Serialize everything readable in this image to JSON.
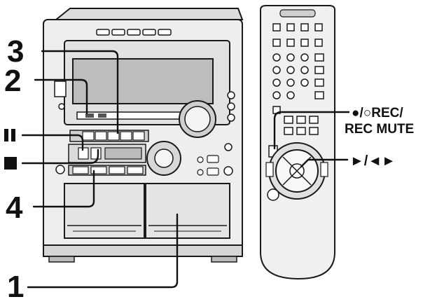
{
  "colors": {
    "ink": "#1a1a1a",
    "device_fill": "#e9e9e9",
    "panel_fill": "#d2d2d2",
    "dark_panel": "#9a9a9a",
    "paper": "#ffffff"
  },
  "icons": {
    "pause": "pause-icon",
    "stop": "stop-icon"
  },
  "callouts": {
    "label_1": "1",
    "label_2": "2",
    "label_3": "3",
    "label_4": "4",
    "rec": {
      "line1": "●/○REC/",
      "line2": "REC MUTE"
    },
    "play": "►/◄►"
  }
}
